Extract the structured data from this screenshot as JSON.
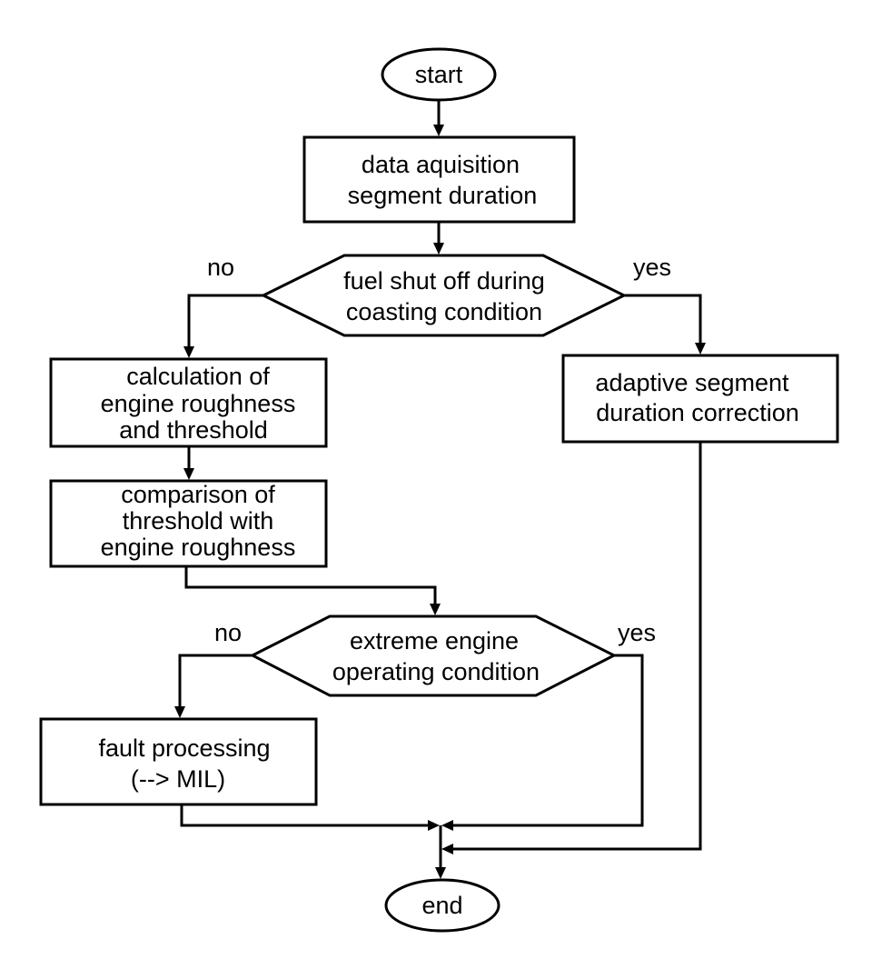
{
  "nodes": {
    "start": {
      "label": "start"
    },
    "data_acquisition": {
      "lines": [
        "data aquisition",
        "segment duration"
      ]
    },
    "fuel_shutoff": {
      "lines": [
        "fuel shut off during",
        "coasting condition"
      ]
    },
    "adaptive_correction": {
      "lines": [
        "adaptive segment",
        "duration correction"
      ]
    },
    "roughness_calc": {
      "lines": [
        "calculation of",
        "engine roughness",
        "and threshold"
      ]
    },
    "comparison": {
      "lines": [
        "comparison of",
        "threshold with",
        "engine roughness"
      ]
    },
    "extreme_condition": {
      "lines": [
        "extreme engine",
        "operating condition"
      ]
    },
    "fault_processing": {
      "lines": [
        "fault processing",
        "(--> MIL)"
      ]
    },
    "end": {
      "label": "end"
    }
  },
  "branches": {
    "fuel_no": "no",
    "fuel_yes": "yes",
    "extreme_no": "no",
    "extreme_yes": "yes"
  }
}
